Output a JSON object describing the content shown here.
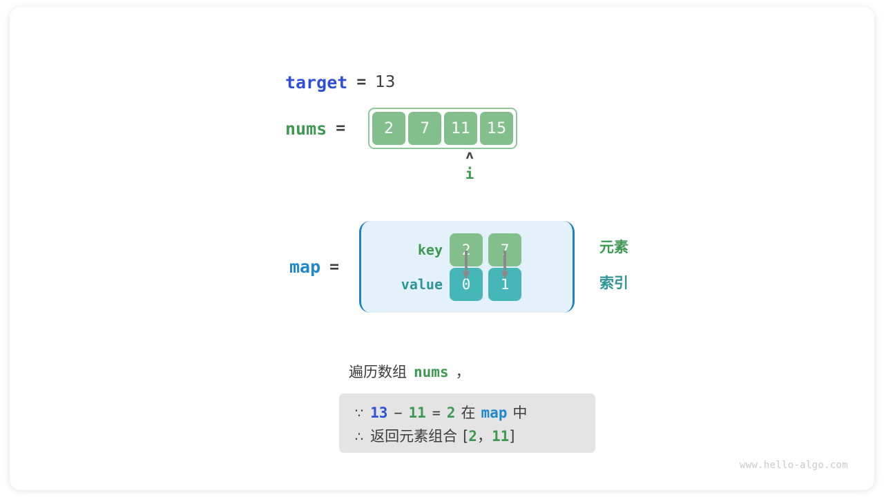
{
  "watermark": "www.hello-algo.com",
  "target": {
    "label": "target",
    "eq": "=",
    "value": "13"
  },
  "nums": {
    "label": "nums",
    "eq": "=",
    "cells": [
      "2",
      "7",
      "11",
      "15"
    ],
    "pointer": {
      "caret": "ʌ",
      "label": "i",
      "index": 2
    }
  },
  "map": {
    "label": "map",
    "eq": "=",
    "key_label": "key",
    "value_label": "value",
    "entries": [
      {
        "key": "2",
        "value": "0"
      },
      {
        "key": "7",
        "value": "1"
      }
    ],
    "side_labels": {
      "key_side": "元素",
      "value_side": "索引"
    }
  },
  "explanation": {
    "intro_prefix": "遍历数组",
    "intro_code": "nums",
    "intro_suffix": "，",
    "line1": {
      "symbol": "∵",
      "a": "13",
      "minus": "−",
      "b": "11",
      "equals": "=",
      "result": "2",
      "in_text": "在",
      "container": "map",
      "tail": "中"
    },
    "line2": {
      "symbol": "∴",
      "text": "返回元素组合",
      "bracket_open": "[",
      "v1": "2",
      "comma": "，",
      "v2": "11",
      "bracket_close": "]"
    }
  },
  "colors": {
    "green": "#3d9950",
    "cell_green": "#82bf8c",
    "teal": "#45b7b8",
    "teal_text": "#2e9596",
    "blue_dark": "#2f4fd6",
    "blue_light": "#2288cc",
    "map_bg": "#e4f0fa",
    "map_border": "#1f7fc4",
    "formula_bg": "#e4e4e4"
  }
}
